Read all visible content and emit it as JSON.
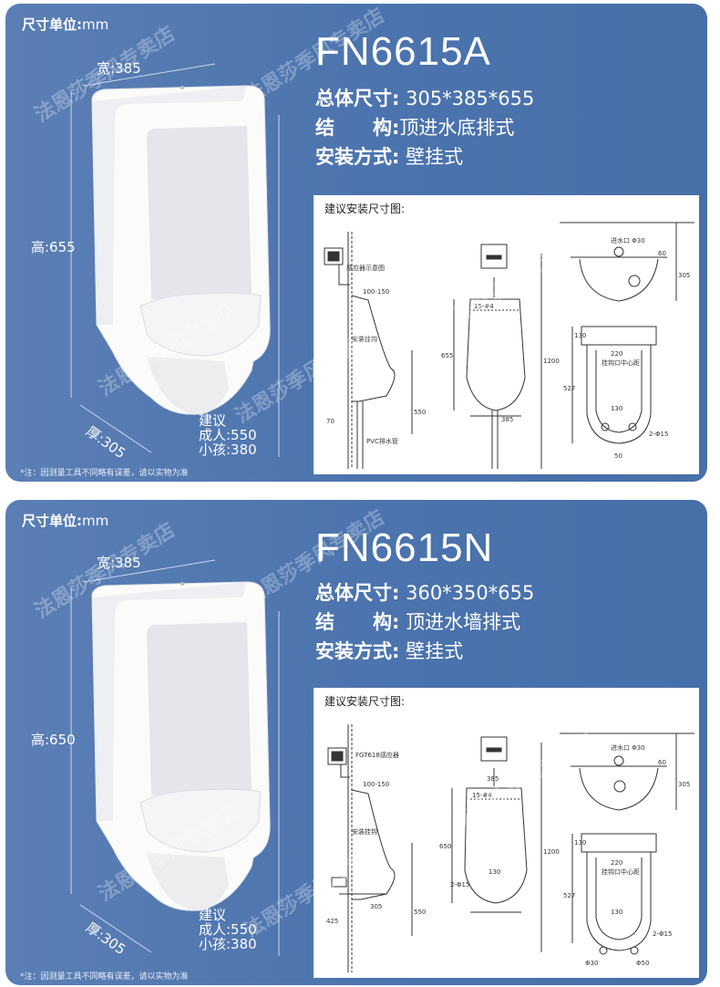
{
  "units_label": "尺寸单位:",
  "units_value": "mm",
  "diagram_title": "建议安装尺寸图:",
  "watermark": "法恩莎季风专卖店",
  "products": [
    {
      "model": "FN6615A",
      "size_key": "总体尺寸:",
      "size_val": "305*385*655",
      "struct_key": "结　　构:",
      "struct_val": "顶进水底排式",
      "install_key": "安装方式:",
      "install_val": "壁挂式",
      "width_label": "宽:385",
      "height_label": "高:655",
      "depth_label": "厚:305",
      "suggest_label": "建议",
      "adult_label": "成人:550",
      "child_label": "小孩:380",
      "note": "*注：因测量工具不同略有误差，请以实物为准",
      "drawing": {
        "sensor_label": "感应器示意图",
        "pipe_label": "安装挂钩",
        "pvc_label": "PVC排水管",
        "d_100_150": "100-150",
        "d_15_4": "15-#4",
        "d_655": "655",
        "d_550": "550",
        "d_385": "385",
        "d_1200": "1200",
        "d_70": "70",
        "inlet_label": "进水口 Φ30",
        "d_60": "60",
        "d_305": "305",
        "d_130a": "130",
        "d_220": "220",
        "d_center": "挂钩口中心距",
        "d_527": "527",
        "d_130b": "130",
        "d_2_15": "2-Φ15",
        "d_50": "50"
      }
    },
    {
      "model": "FN6615N",
      "size_key": "总体尺寸:",
      "size_val": "360*350*655",
      "struct_key": "结　　构:",
      "struct_val": "顶进水墙排式",
      "install_key": "安装方式:",
      "install_val": "壁挂式",
      "width_label": "宽:385",
      "height_label": "高:650",
      "depth_label": "厚:305",
      "suggest_label": "建议",
      "adult_label": "成人:550",
      "child_label": "小孩:380",
      "note": "*注：因测量工具不同略有误差，请以实物为准",
      "drawing": {
        "sensor_label": "FGT618感应器",
        "pipe_label": "安装挂钩",
        "d_100_150": "100-150",
        "d_385": "385",
        "d_15_4": "15-#4",
        "d_650": "650",
        "d_1200": "1200",
        "d_2_15a": "2-Φ15",
        "d_130c": "130",
        "d_305": "305",
        "d_550": "550",
        "d_425": "425",
        "inlet_label": "进水口 Φ30",
        "d_60": "60",
        "d_305b": "305",
        "d_130a": "130",
        "d_220": "220",
        "d_center": "挂钩口中心距",
        "d_527": "527",
        "d_130b": "130",
        "d_2_15": "2-Φ15",
        "d_30": "Φ30",
        "d_50": "Φ50"
      }
    }
  ]
}
